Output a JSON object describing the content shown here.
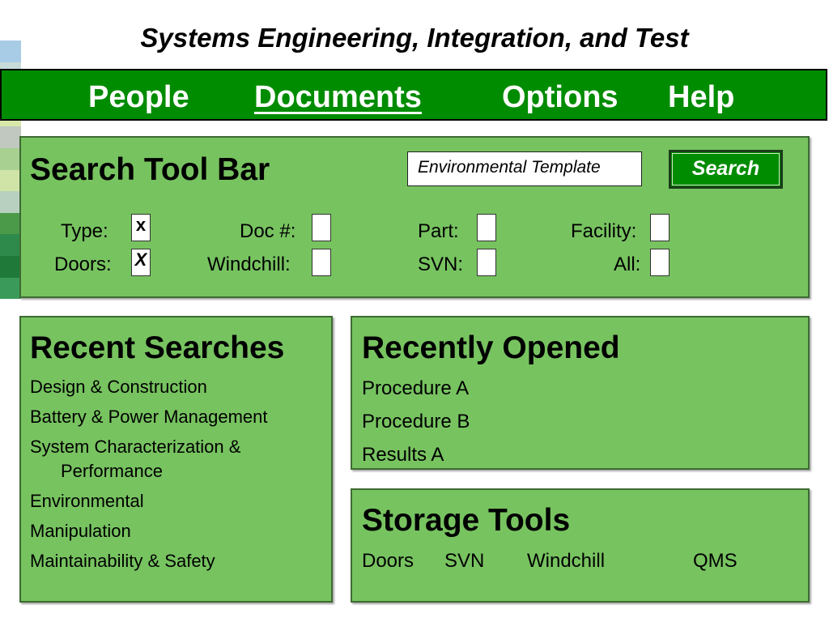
{
  "title": "Systems Engineering, Integration, and Test",
  "menu": {
    "items": [
      {
        "label": "People"
      },
      {
        "label": "Documents"
      },
      {
        "label": "Options"
      },
      {
        "label": "Help"
      }
    ],
    "active": "Documents"
  },
  "search_panel": {
    "title": "Search Tool Bar",
    "query_value": "Environmental Template",
    "search_button": "Search",
    "filters": [
      {
        "label": "Type:",
        "checked": true,
        "mark": "x"
      },
      {
        "label": "Doors:",
        "checked": true,
        "mark": "X"
      },
      {
        "label": "Doc #:",
        "checked": false,
        "mark": ""
      },
      {
        "label": "Windchill:",
        "checked": false,
        "mark": ""
      },
      {
        "label": "Part:",
        "checked": false,
        "mark": ""
      },
      {
        "label": "SVN:",
        "checked": false,
        "mark": ""
      },
      {
        "label": "Facility:",
        "checked": false,
        "mark": ""
      },
      {
        "label": "All:",
        "checked": false,
        "mark": ""
      }
    ]
  },
  "recent_searches": {
    "title": "Recent Searches",
    "items": [
      "Design & Construction",
      "Battery & Power Management",
      "System Characterization &",
      "Performance",
      "Environmental",
      "Manipulation",
      "Maintainability & Safety"
    ]
  },
  "recently_opened": {
    "title": "Recently Opened",
    "items": [
      "Procedure A",
      "Procedure B",
      "Results A"
    ]
  },
  "storage_tools": {
    "title": "Storage Tools",
    "items": [
      "Doors",
      "SVN",
      "Windchill",
      "QMS"
    ]
  },
  "colors": {
    "menubar": "#008c00",
    "panel": "#77c360",
    "stripe": [
      "#a8cce6",
      "#c7dcd8",
      "#b8d8a8",
      "#d8e8a8",
      "#c0c8c0",
      "#a8d090",
      "#d0e4a8",
      "#b8d0c0",
      "#4a9a4a",
      "#2e8a4a",
      "#1f7a3a",
      "#3a9a5a"
    ]
  }
}
